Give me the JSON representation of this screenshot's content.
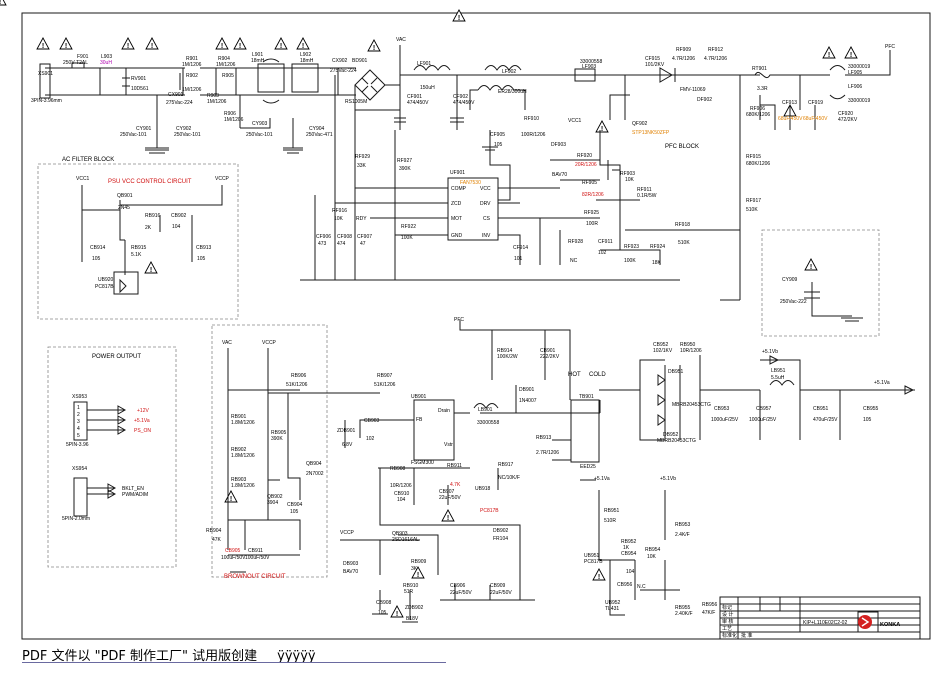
{
  "sections": {
    "ac_filter": "AC FILTER BLOCK",
    "psu_vcc": "PSU VCC CONTROL CIRCUIT",
    "pfc_block": "PFC BLOCK",
    "power_output": "POWER OUTPUT",
    "brownout": "BROWNOUT CIRCUIT",
    "hot": "HOT",
    "cold": "COLD"
  },
  "components": {
    "xs901": "XS901",
    "xs901_v": "3PIN-3.96mm",
    "f901": "F901",
    "f901_v": "250V-T2AL",
    "l903": "L903",
    "l903_v": "30uH",
    "rv901": "RV901",
    "rv901_v": "10D561",
    "r901": "R901",
    "r901_v": "1M/1206",
    "r902": "R902",
    "r902_v": "1M/1206",
    "r904": "R904",
    "r904_v": "1M/1206",
    "r905": "R905",
    "r903": "R903",
    "r903_v": "1M/1206",
    "r906": "R906",
    "r906_v": "1M/1206",
    "cx901": "CX901",
    "cx901_v": "275Vac-224",
    "cy902": "CY902",
    "cy902_v": "250Vac-101",
    "cy903": "CY903",
    "cy903_v": "250Vac-101",
    "cy901": "CY901",
    "cy901_v": "250Vac-101",
    "cy904": "CY904",
    "cy904_v": "250Vac-471",
    "l901": "L901",
    "l901_v": "18mH",
    "l902": "L902",
    "l902_v": "18mH",
    "cx902": "CX902",
    "cx902_v": "275Vac-224",
    "bd901": "BD901",
    "bd901_v": "RS1005M",
    "vac": "VAC",
    "cf901": "CF901",
    "cf901_v": "474/450V",
    "lf901": "LF901",
    "lf901_v": "150uH",
    "lf902": "LF902",
    "lf902_v": "ER28/300uH",
    "cf902": "CF902",
    "cf902_v": "474/450V",
    "cf905": "CF905",
    "cf905_v": "105",
    "rf910": "RF910",
    "rf910_v": "100R/1206",
    "vcc1": "VCC1",
    "df903": "DF903",
    "bav70": "BAV70",
    "rf920": "RF920",
    "rf920_v": "20R/1206",
    "rf905": "RF905",
    "rf905_v": "82R/1206",
    "rf903": "RF903",
    "rf903_v": "10K",
    "qf902": "QF902",
    "qf902_v": "STP13NK50ZFP",
    "rf911": "RF911",
    "rf911_v": "0.1R/5W",
    "lf903": "LF903",
    "lf903_v": "33000558",
    "cf915": "CF915",
    "cf915_v": "101/2KV",
    "rf909": "RF909",
    "rf909_v": "4.7R/1206",
    "rf912": "RF912",
    "rf912_v": "4.7R/1206",
    "df902": "DF902",
    "df902_v": "FMV-11069",
    "rt901": "RT901",
    "rt901_v": "3.3R",
    "lf905": "LF905",
    "lf906": "LF906",
    "lf905_v": "33000019",
    "lf906_v": "33000019",
    "pfc": "PFC",
    "rf906": "RF906",
    "rf906_v": "680K/1206",
    "cf913": "CF913",
    "cf919": "CF919",
    "cf913_v": "68uF/450V",
    "cf919_v": "68uF/450V",
    "cf920": "CF920",
    "cf920_v": "472/2KV",
    "rf915": "RF915",
    "rf915_v": "680K/1206",
    "rf917": "RF917",
    "rf917_v": "510K",
    "rf918": "RF918",
    "rf918_v": "510K",
    "uf901": "UF901",
    "uf901_v": "FAN7530",
    "pin_comp": "COMP",
    "pin_zcd": "ZCD",
    "pin_mot": "MOT",
    "pin_gnd": "GND",
    "pin_vcc": "VCC",
    "pin_drv": "DRV",
    "pin_cs": "CS",
    "pin_inv": "INV",
    "rf929": "RF929",
    "rf929_v": "33K",
    "rf927": "RF927",
    "rf927_v": "390K",
    "rf916": "RF916",
    "rf916_v": "10K",
    "cf906": "CF906",
    "cf906_v": "473",
    "cf908": "CF908",
    "cf908_v": "474",
    "cf907": "CF907",
    "cf907_v": "47",
    "rdy": "RDY",
    "rf922": "RF922",
    "rf922_v": "100K",
    "cf914": "CF914",
    "cf914_v": "101",
    "rf928": "RF928",
    "rf928_v": "NC",
    "cf911": "CF911",
    "cf911_v": "102",
    "rf923": "RF923",
    "rf923_v": "100K",
    "rf924": "RF924",
    "rf924_v": "18K",
    "rf925": "RF925",
    "rf925_v": "100R",
    "cy909": "CY909",
    "cy909_v": "250Vac-222",
    "vccp": "VCCP",
    "qb901": "QB901",
    "qb901_v": "2N45",
    "rb916": "RB916",
    "rb916_v": "2K",
    "cb902": "CB902",
    "cb902_v": "104",
    "cb914": "CB914",
    "cb914_v": "105",
    "rb915": "RB915",
    "rb915_v": "5.1K",
    "cb913": "CB913",
    "cb913_v": "105",
    "ub920": "UB920",
    "ub920_v": "PC817B",
    "xs953": "XS953",
    "xs953_v": "5PIN-3.96",
    "xs954": "XS954",
    "xs954_v": "5PIN-2.0mm",
    "out_12v": "+12V",
    "out_51va": "+5.1Va",
    "out_ps_on": "PS_ON",
    "out_bklt_en": "BKLT_EN",
    "out_pwm": "PWM/ADIM",
    "rb906": "RB906",
    "rb906_v": "51K/1206",
    "rb907": "RB907",
    "rb907_v": "51K/1206",
    "rb901": "RB901",
    "rb901_v": "1.8M/1206",
    "rb902": "RB902",
    "rb902_v": "1.8M/1206",
    "rb903": "RB903",
    "rb903_v": "1.8M/1206",
    "rb905": "RB905",
    "rb905_v": "390K",
    "qb904": "QB904",
    "qb904_v": "2N7002",
    "qb902": "QB902",
    "qb902_v": "3904",
    "cb904": "CB904",
    "cb904_v": "105",
    "rb904": "RB904",
    "rb904_v": "47K",
    "cb905": "CB905",
    "cb905_v": "100uF/50V",
    "cb911": "CB911",
    "cb911_v": "100uF/50V",
    "ub901": "UB901",
    "ub901_v": "FSGM300",
    "pin_fb": "FB",
    "pin_drain": "Drain",
    "pin_vstr": "Vstr",
    "cb903": "CB903",
    "cb903_v": "102",
    "zdb901": "ZDB901",
    "zdb901_v": "6.8V",
    "lb901": "LB901",
    "lb901_v": "33000558",
    "rb914": "RB914",
    "rb914_v": "100K/2W",
    "cb901": "CB901",
    "cb901_v": "222/2KV",
    "db901": "DB901",
    "db901_v": "1N4007",
    "rb913": "RB913",
    "rb913_v": "2.7R/1206",
    "rb917": "RB917",
    "rb917_v": "NC/10K/F",
    "rb908": "RB908",
    "rb908_v": "10R/1206",
    "rb911": "RB911",
    "rb911_v": "4.7K",
    "cb910": "CB910",
    "cb910_v": "104",
    "cb907": "CB907",
    "cb907_v": "22uF/50V",
    "ub918": "UB918",
    "ub918_v": "PC817B",
    "qb903": "QB903",
    "qb903_v": "2SD1616AL",
    "db902": "DB902",
    "db902_v": "FR104",
    "db903": "DB903",
    "db903_v": "BAV70",
    "rb909": "RB909",
    "rb909_v": "3K",
    "rb910": "RB910",
    "rb910_v": "51R",
    "cb906": "CB906",
    "cb906_v": "22uF/50V",
    "cb909": "CB909",
    "cb909_v": "22uF/50V",
    "cb908": "CB908",
    "cb908_v": "105",
    "zdb902": "ZDB902",
    "zdb902_v": "B18V",
    "tb901": "TB901",
    "eed25": "EED25",
    "cb952": "CB952",
    "cb952_v": "102/1KV",
    "rb950": "RB950",
    "rb950_v": "10R/1206",
    "db951": "DB951",
    "db951_v": "MBRB20453CTG",
    "db952": "DB952",
    "db952_v": "MBRB20453CTG",
    "cb953": "CB953",
    "cb953_v": "1000uF/25V",
    "cb957": "CB957",
    "cb957_v": "1000uF/25V",
    "lb951": "LB951",
    "lb951_v": "5.5uH",
    "cb951": "CB951",
    "cb951_v": "470uF/25V",
    "cb955": "CB955",
    "cb955_v": "105",
    "rail_51vb": "+5.1Vb",
    "rail_51va": "+5.1Va",
    "rb951": "RB951",
    "rb951_v": "510R",
    "ub951": "UB951",
    "ub951_v": "PC817B",
    "rb952": "RB952",
    "rb952_v": "1K",
    "cb954": "CB954",
    "cb954_v": "104",
    "rb954": "RB954",
    "rb954_v": "10K",
    "rb953": "RB953",
    "rb953_v": "2.4K/F",
    "cb956": "CB956",
    "cb956_v": "N.C",
    "ub952": "UB952",
    "ub952_v": "TL431",
    "rb955": "RB955",
    "rb955_v": "2.40K/F",
    "rb956": "RB956",
    "rb956_v": "47K/F"
  },
  "connector_pins": [
    "1",
    "2",
    "3",
    "4",
    "5"
  ],
  "title_block": {
    "logo": "KONKA",
    "drawing_no": "KIP+L110E02C2-02",
    "rows": [
      "标记",
      "设 计",
      "审 核",
      "工艺",
      "标准化",
      "批 准"
    ]
  },
  "footer": {
    "note": "PDF 文件以 \"PDF 制作工厂\" 试用版创建",
    "watermark": "ÿÿÿÿÿ"
  },
  "colors": {
    "line": "#1a1a1a",
    "dashed_block": "#888888",
    "warning_fill": "#ffffff",
    "red_label": "#d01010",
    "orange_label": "#e08000",
    "magenta_label": "#b000b0",
    "logo_red": "#d42020"
  }
}
